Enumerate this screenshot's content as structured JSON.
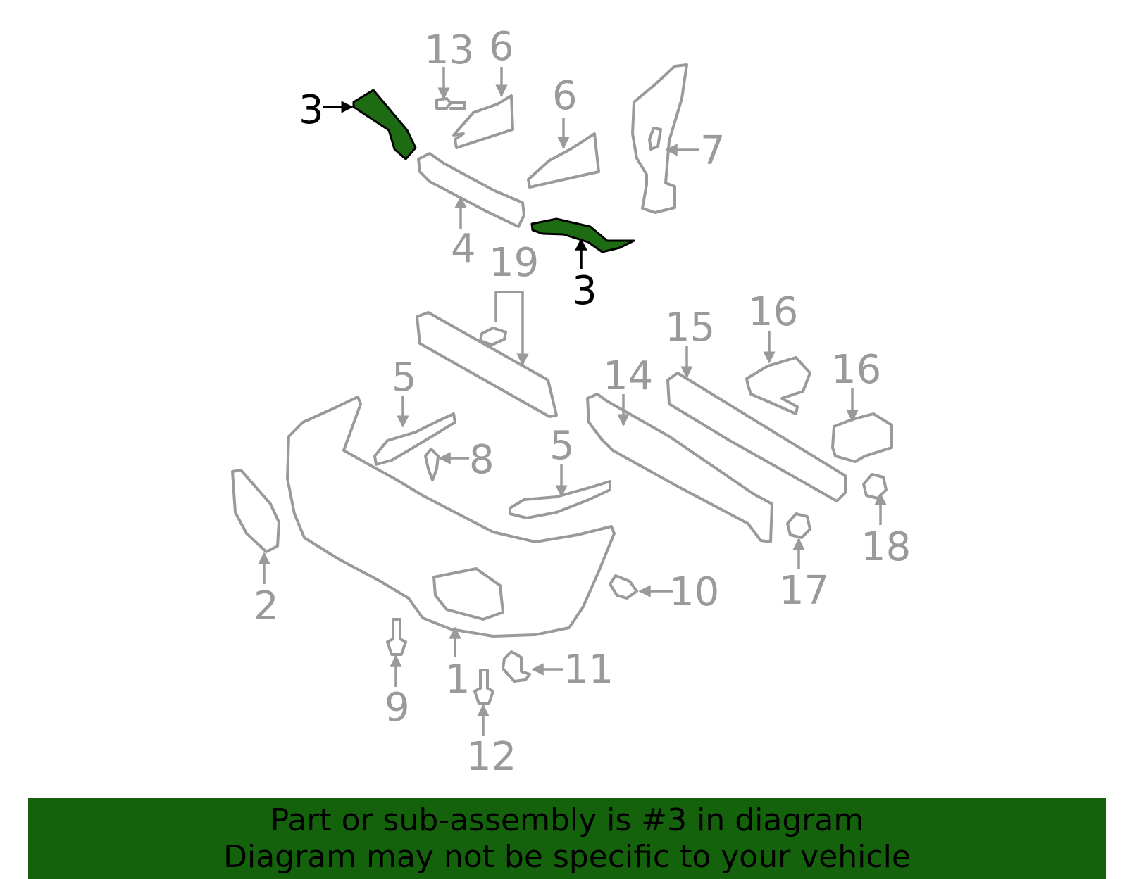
{
  "colors": {
    "highlight": "#1d6b12",
    "part_stroke": "#9a9a9a",
    "callout_gray": "#9a9a9a",
    "callout_highlight": "#000000",
    "banner_bg": "#14620b",
    "banner_text": "#000000"
  },
  "callouts": {
    "c3a": "3",
    "c3b": "3",
    "c13": "13",
    "c6a": "6",
    "c6b": "6",
    "c7": "7",
    "c4": "4",
    "c19": "19",
    "c15": "15",
    "c16a": "16",
    "c16b": "16",
    "c14": "14",
    "c5a": "5",
    "c5b": "5",
    "c8": "8",
    "c2": "2",
    "c10": "10",
    "c17": "17",
    "c18": "18",
    "c9": "9",
    "c1": "1",
    "c11": "11",
    "c12": "12"
  },
  "banner": {
    "line1": "Part or sub-assembly is #3 in diagram",
    "line2": "Diagram may not be specific to your vehicle"
  }
}
